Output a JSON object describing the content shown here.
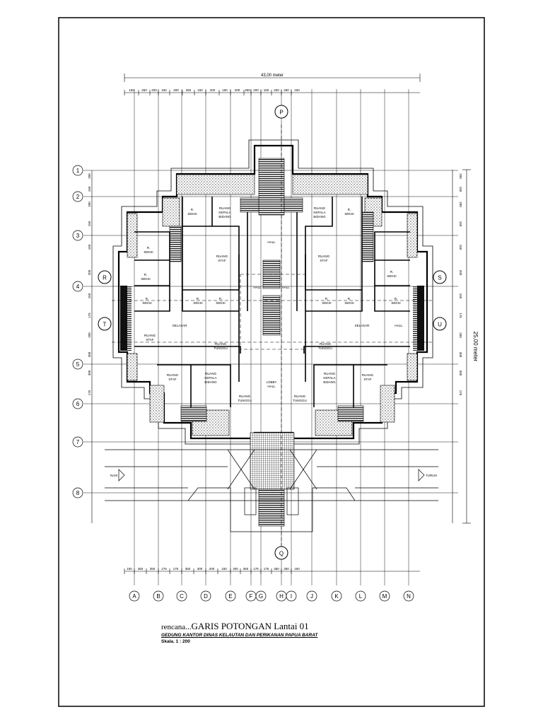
{
  "plan": {
    "dimensions": {
      "width_label": "43,00 meter",
      "height_label": "25,00 meter"
    },
    "column_markers": [
      "A",
      "B",
      "C",
      "D",
      "E",
      "F",
      "G",
      "H",
      "I",
      "J",
      "K",
      "L",
      "M",
      "N"
    ],
    "row_markers": [
      "1",
      "2",
      "3",
      "4",
      "5",
      "6",
      "7",
      "8"
    ],
    "section_markers": [
      "P",
      "Q",
      "R",
      "S",
      "T",
      "U"
    ],
    "top_segments": [
      "150",
      "250",
      "200",
      "150",
      "200",
      "250",
      "150",
      "200",
      "150",
      "200",
      "250",
      "200",
      "150",
      "200",
      "250",
      "150"
    ],
    "bottom_segments": [
      "150",
      "350",
      "350",
      "175",
      "175",
      "350",
      "300",
      "200",
      "150",
      "300",
      "350",
      "175",
      "175",
      "350",
      "350",
      "150"
    ],
    "side_segments": [
      "200",
      "150",
      "200",
      "150",
      "150",
      "200",
      "150",
      "175",
      "200",
      "300",
      "300",
      "175"
    ],
    "rooms": {
      "r_seksi": "R. SEKSI",
      "ruang_kepala_bidang": "RUANG KEPALA BIDANG",
      "ruang_staf": "RUANG STAF",
      "hall": "HALL",
      "selasar": "SELASAR",
      "ruang_tunggu": "RUANG TUNGGU",
      "lobby_hall": "LOBBY HALL",
      "naik": "NAIK",
      "turun": "TURUN"
    }
  },
  "title": {
    "prefix": "rencana...",
    "main": "GARIS POTONGAN Lantai 01",
    "subtitle": "GEDUNG KANTOR DINAS KELAUTAN DAN PERIKANAN PAPUA BARAT",
    "scale": "Skala. 1 : 200"
  }
}
